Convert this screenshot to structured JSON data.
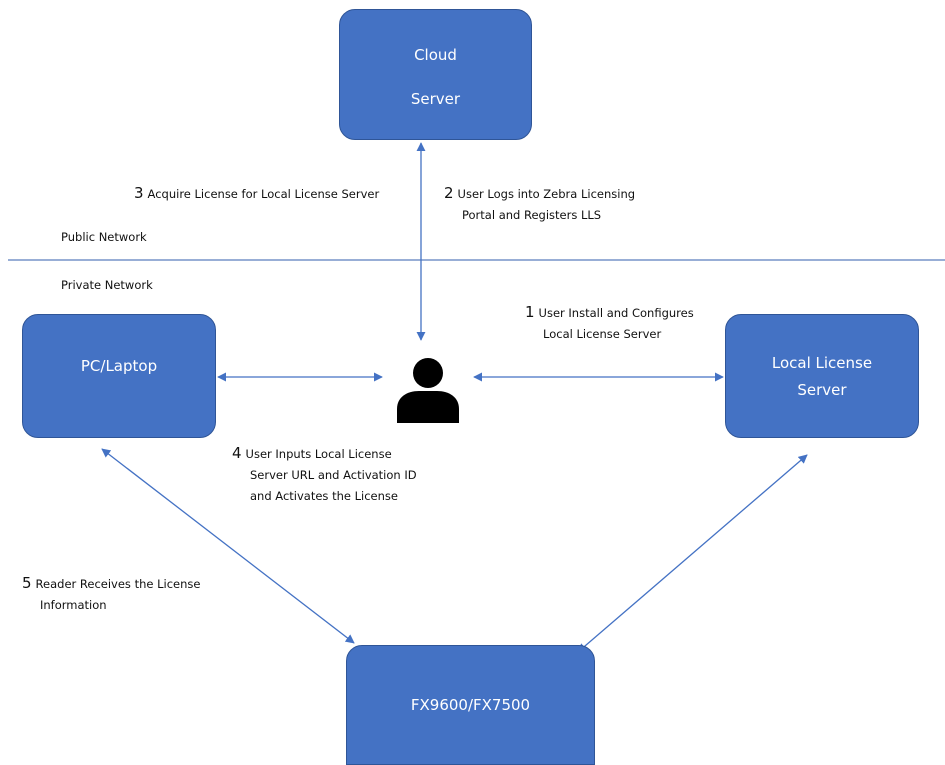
{
  "nodes": {
    "cloud": {
      "line1": "Cloud",
      "line2": "Server"
    },
    "pc": {
      "label": "PC/Laptop"
    },
    "lls": {
      "line1": "Local License",
      "line2": "Server"
    },
    "fx": {
      "label": "FX9600/FX7500"
    }
  },
  "networks": {
    "public": "Public Network",
    "private": "Private Network"
  },
  "steps": [
    {
      "num": "1",
      "line1": "User Install and Configures",
      "line2": "Local License Server"
    },
    {
      "num": "2",
      "line1": "User Logs into Zebra Licensing",
      "line2": "Portal and Registers LLS"
    },
    {
      "num": "3",
      "line1": "Acquire License for Local License Server"
    },
    {
      "num": "4",
      "line1": "User Inputs Local License",
      "line2": "Server URL and Activation ID",
      "line3": "and Activates the License"
    },
    {
      "num": "5",
      "line1": "Reader Receives the License",
      "line2": "Information"
    }
  ],
  "user_icon": "person-icon",
  "colors": {
    "node_fill": "#4472C4",
    "node_border": "#2F5597",
    "arrow": "#4472C4",
    "divider": "#5B7EBD"
  }
}
